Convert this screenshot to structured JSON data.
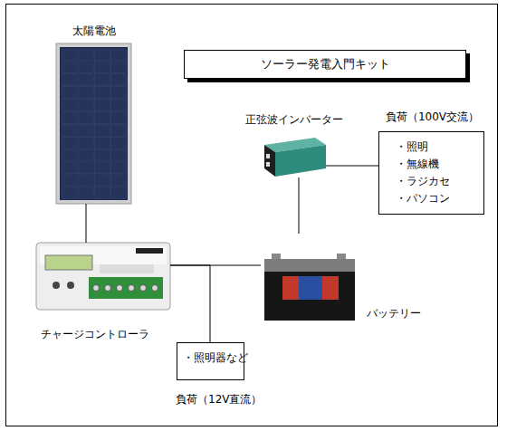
{
  "diagram": {
    "title": "ソーラー発電入門キット",
    "nodes": [
      {
        "text": [
          "太陽電池"
        ]
      },
      {
        "text": [
          "正弦波インバーター"
        ]
      },
      {
        "text": [
          "負荷（100V交流）",
          "・照明",
          "・無線機",
          "・ラジカセ",
          "・パソコン"
        ]
      },
      {
        "text": [
          "チャージコントローラ"
        ]
      },
      {
        "text": [
          "バッテリー"
        ]
      },
      {
        "text": [
          "・照明器など",
          "負荷（12V直流）"
        ]
      }
    ],
    "edges": [
      {
        "from": 0,
        "to": 3,
        "arrow": "none"
      },
      {
        "from": 1,
        "to": 2,
        "arrow": "none"
      },
      {
        "from": 1,
        "to": 4,
        "arrow": "none"
      },
      {
        "from": 3,
        "to": 4,
        "arrow": "none"
      },
      {
        "from": 3,
        "to": 5,
        "arrow": "none"
      }
    ]
  }
}
